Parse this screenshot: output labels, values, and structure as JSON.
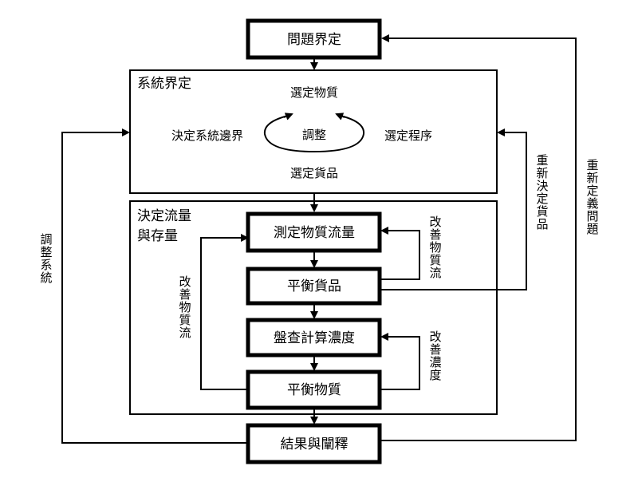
{
  "boxes": {
    "problem_definition": "問題界定",
    "measure_flow": "測定物質流量",
    "balance_goods": "平衡貨品",
    "inventory_calc": "盤查計算濃度",
    "balance_substance": "平衡物質",
    "results": "結果與闡釋"
  },
  "system_panel": {
    "title": "系統界定",
    "select_substance": "選定物質",
    "decide_boundary": "決定系統邊界",
    "adjust": "調整",
    "select_process": "選定程序",
    "select_goods": "選定貨品"
  },
  "flow_panel": {
    "title_line1": "決定流量",
    "title_line2": "與存量"
  },
  "side_labels": {
    "improve_flow_right": [
      "改",
      "善",
      "物",
      "質",
      "流"
    ],
    "improve_flow_left": [
      "改",
      "善",
      "物",
      "質",
      "流"
    ],
    "improve_concentration": [
      "改",
      "善",
      "濃",
      "度"
    ],
    "redecide_goods": [
      "重",
      "新",
      "決",
      "定",
      "貨",
      "品"
    ],
    "redefine_problem": [
      "重",
      "新",
      "定",
      "義",
      "問",
      "題"
    ],
    "adjust_system": [
      "調",
      "整",
      "系",
      "統"
    ]
  }
}
